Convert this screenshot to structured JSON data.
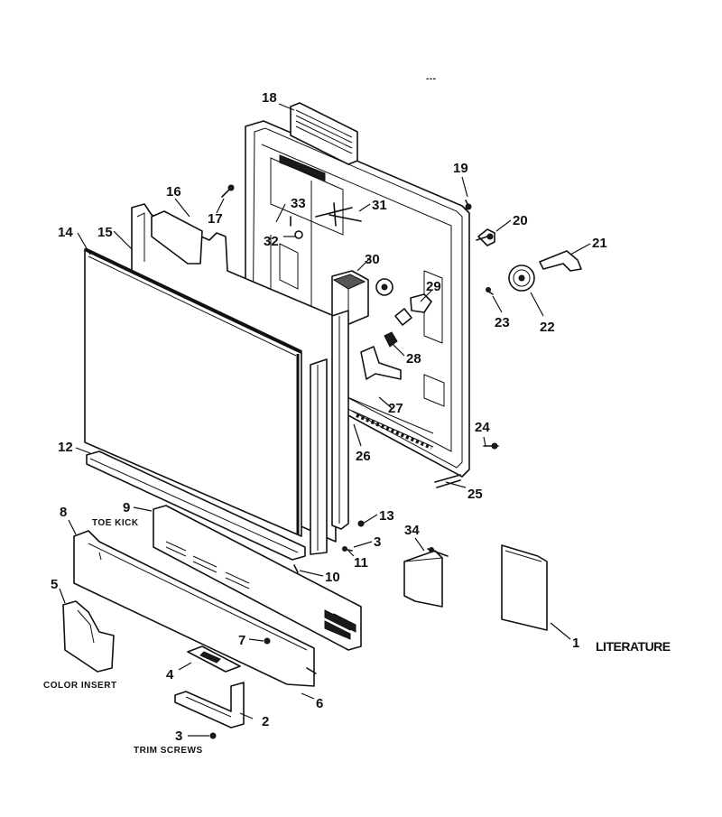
{
  "callouts": [
    "1",
    "2",
    "3",
    "4",
    "5",
    "6",
    "7",
    "8",
    "9",
    "10",
    "11",
    "12",
    "13",
    "14",
    "15",
    "16",
    "17",
    "18",
    "19",
    "20",
    "21",
    "22",
    "23",
    "24",
    "25",
    "26",
    "27",
    "28",
    "29",
    "30",
    "31",
    "32",
    "33",
    "34"
  ],
  "labels": {
    "literature": "LITERATURE",
    "toe_kick": "TOE KICK",
    "color_insert": "COLOR INSERT",
    "trim_screws": "TRIM SCREWS",
    "corner_mark": "---"
  }
}
